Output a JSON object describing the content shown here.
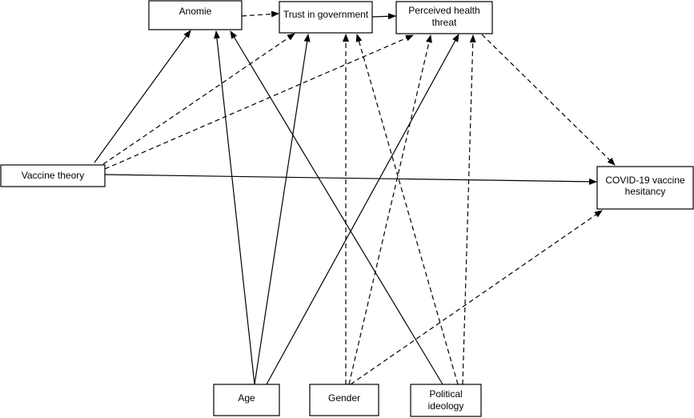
{
  "diagram": {
    "nodes": {
      "anomie": {
        "lines": [
          "Anomie"
        ]
      },
      "trust": {
        "lines": [
          "Trust in government"
        ]
      },
      "threat": {
        "lines": [
          "Perceived health",
          "threat"
        ]
      },
      "vaccine_theory": {
        "lines": [
          "Vaccine theory"
        ]
      },
      "hesitancy": {
        "lines": [
          "COVID-19 vaccine",
          "hesitancy"
        ]
      },
      "age": {
        "lines": [
          "Age"
        ]
      },
      "gender": {
        "lines": [
          "Gender"
        ]
      },
      "ideology": {
        "lines": [
          "Political",
          "ideology"
        ]
      }
    },
    "edges": [
      {
        "from": "anomie",
        "to": "trust",
        "style": "dashed"
      },
      {
        "from": "trust",
        "to": "threat",
        "style": "solid"
      },
      {
        "from": "vaccine_theory",
        "to": "anomie",
        "style": "solid"
      },
      {
        "from": "vaccine_theory",
        "to": "trust",
        "style": "dashed"
      },
      {
        "from": "vaccine_theory",
        "to": "threat",
        "style": "dashed"
      },
      {
        "from": "vaccine_theory",
        "to": "hesitancy",
        "style": "solid"
      },
      {
        "from": "threat",
        "to": "hesitancy",
        "style": "dashed"
      },
      {
        "from": "age",
        "to": "anomie",
        "style": "solid"
      },
      {
        "from": "age",
        "to": "trust",
        "style": "solid"
      },
      {
        "from": "age",
        "to": "threat",
        "style": "solid"
      },
      {
        "from": "gender",
        "to": "trust",
        "style": "dashed"
      },
      {
        "from": "gender",
        "to": "threat",
        "style": "dashed"
      },
      {
        "from": "gender",
        "to": "hesitancy",
        "style": "dashed"
      },
      {
        "from": "ideology",
        "to": "anomie",
        "style": "solid"
      },
      {
        "from": "ideology",
        "to": "trust",
        "style": "dashed"
      },
      {
        "from": "ideology",
        "to": "threat",
        "style": "dashed"
      }
    ]
  }
}
